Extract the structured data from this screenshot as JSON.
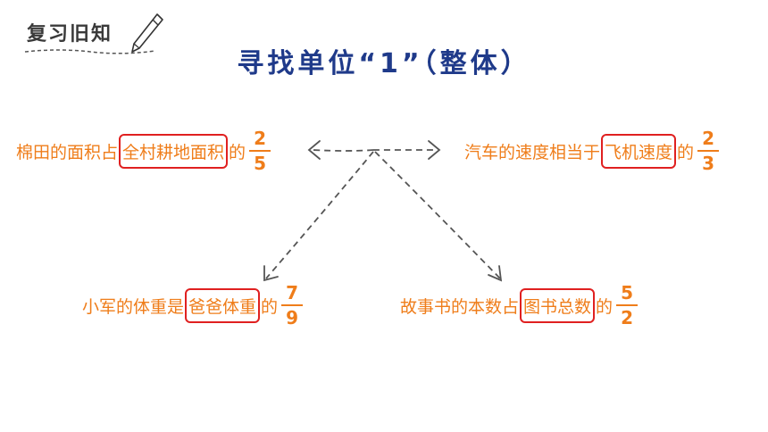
{
  "header": {
    "tag": "复习旧知"
  },
  "title": "寻找单位“1”（整体）",
  "statements": [
    {
      "before": "棉田的面积占",
      "highlight": "全村耕地面积",
      "after": "的",
      "numerator": "2",
      "denominator": "5"
    },
    {
      "before": "汽车的速度相当于",
      "highlight": "飞机速度",
      "after": "的",
      "numerator": "2",
      "denominator": "3"
    },
    {
      "before": "小军的体重是",
      "highlight": "爸爸体重",
      "after": "的",
      "numerator": "7",
      "denominator": "9"
    },
    {
      "before": "故事书的本数占",
      "highlight": "图书总数",
      "after": "的",
      "numerator": "5",
      "denominator": "2"
    }
  ],
  "colors": {
    "text": "#ef7d1a",
    "highlight_border": "#e02020",
    "title": "#1f3a8a",
    "arrow": "#555555"
  },
  "icons": [
    "pen-icon"
  ]
}
